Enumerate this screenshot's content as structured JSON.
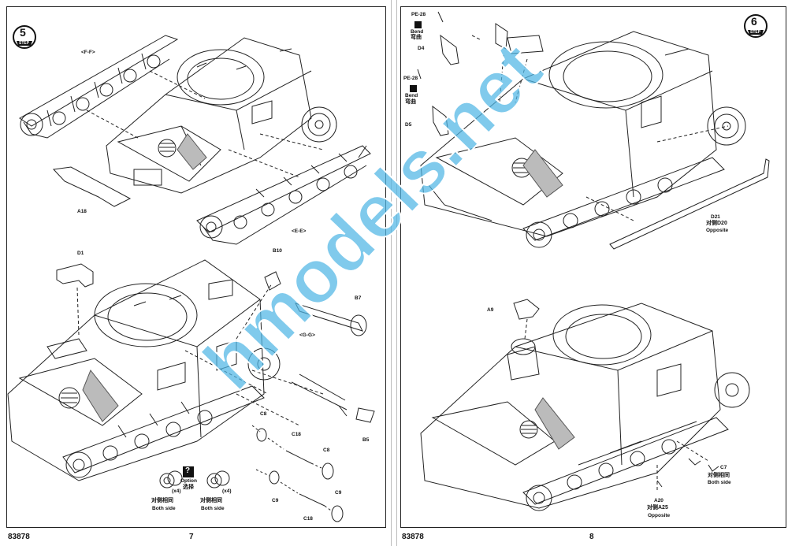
{
  "pages": [
    {
      "step_number": "5",
      "step_word": "STEP",
      "page_number": "7",
      "model_code": "83878",
      "labels": {
        "ff": "<F-F>",
        "ee": "<E-E>",
        "gg": "<G-G>",
        "a18": "A18",
        "d1": "D1",
        "b10": "B10",
        "b7": "B7",
        "b5": "B5",
        "c8a": "C8",
        "c18a": "C18",
        "c8b": "C8",
        "c9a": "C9",
        "c9b": "C9",
        "c18b": "C18",
        "x4a": "(x4)",
        "x4b": "(x4)",
        "option_en": "Option",
        "option_cn": "选择",
        "option_mark": "?",
        "both_cn_a": "对侧相同",
        "both_en_a": "Both side",
        "both_cn_b": "对侧相同",
        "both_en_b": "Both side"
      }
    },
    {
      "step_number": "6",
      "step_word": "STEP",
      "page_number": "8",
      "model_code": "83878",
      "labels": {
        "pe28a": "PE-28",
        "bend_en_a": "Bend",
        "bend_cn_a": "弯曲",
        "d4": "D4",
        "pe28b": "PE-28",
        "bend_en_b": "Bend",
        "bend_cn_b": "弯曲",
        "d5": "D5",
        "d21": "D21",
        "d20": "对侧D20",
        "opposite_a": "Opposite",
        "a9": "A9",
        "c7": "C7",
        "both_cn": "对侧相同",
        "both_en": "Both side",
        "a20": "A20",
        "a25": "对侧A25",
        "opposite_b": "Opposite"
      }
    }
  ],
  "watermark": "hmodels.net",
  "colors": {
    "line": "#222222",
    "hatch": "#9a9a9a",
    "watermark": "#4fb6e4"
  }
}
